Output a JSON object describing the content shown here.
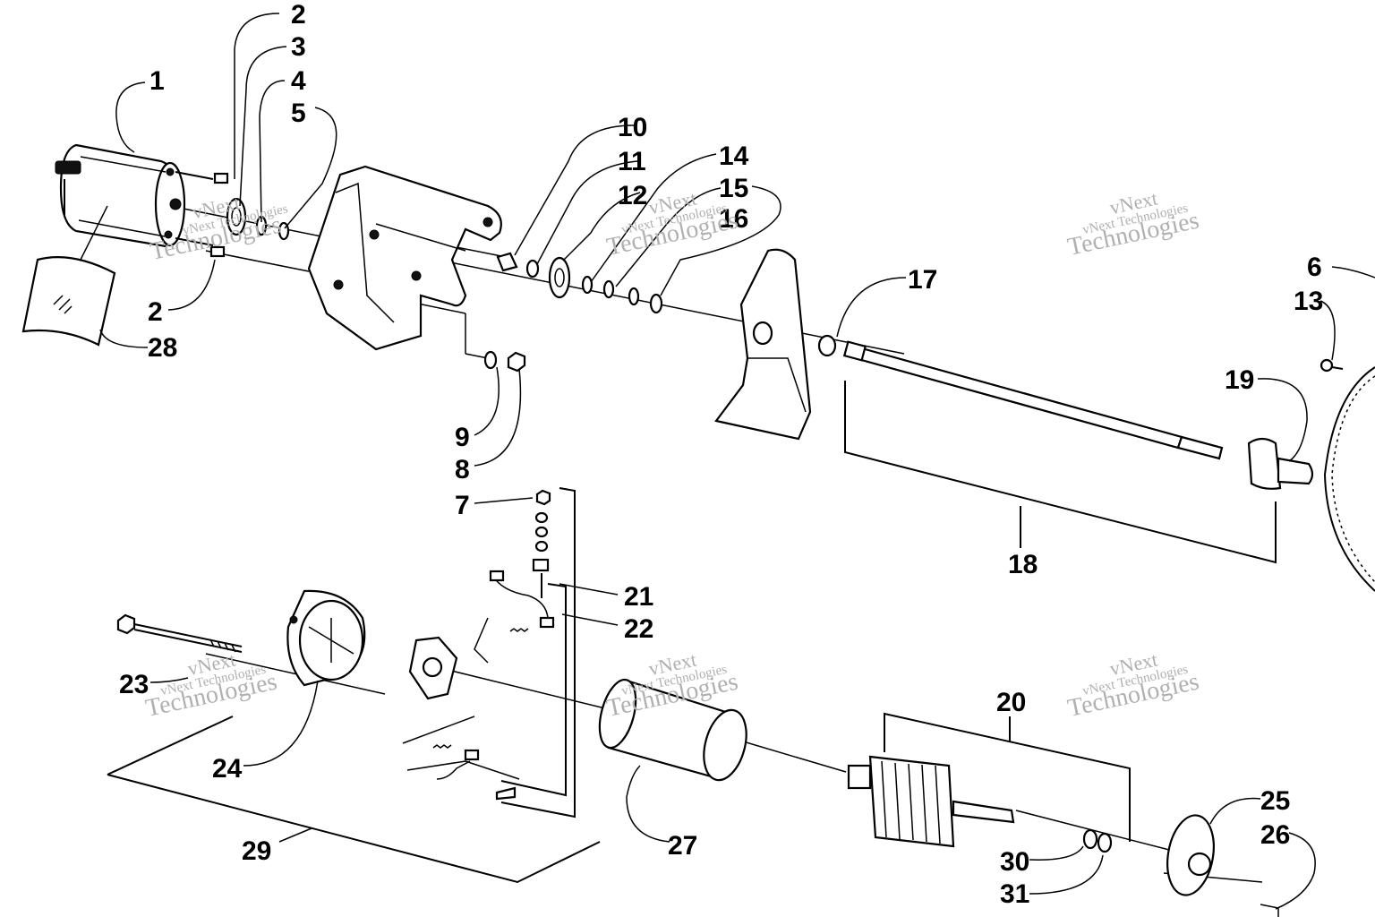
{
  "diagram": {
    "watermarks": [
      {
        "line1": "vNext",
        "line2": "Technologies",
        "small": "vNext Technologies"
      },
      {
        "line1": "vNext",
        "line2": "Technologies",
        "small": "vNext Technologies"
      },
      {
        "line1": "vNext",
        "line2": "Technologies",
        "small": "vNext Technologies"
      },
      {
        "line1": "vNext",
        "line2": "Technologies",
        "small": "vNext Technologies"
      },
      {
        "line1": "vNext",
        "line2": "Technologies",
        "small": "vNext Technologies"
      },
      {
        "line1": "vNext",
        "line2": "Technologies",
        "small": "vNext Technologies"
      }
    ],
    "callouts": [
      "1",
      "2",
      "3",
      "4",
      "5",
      "2",
      "28",
      "10",
      "11",
      "12",
      "14",
      "15",
      "16",
      "9",
      "8",
      "17",
      "6",
      "13",
      "19",
      "18",
      "7",
      "21",
      "22",
      "23",
      "24",
      "29",
      "20",
      "27",
      "30",
      "31",
      "25",
      "26"
    ]
  }
}
